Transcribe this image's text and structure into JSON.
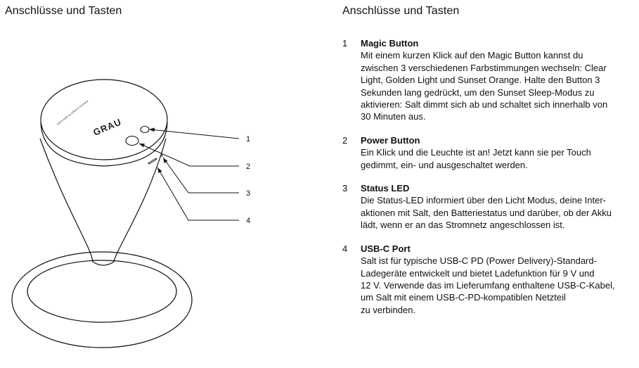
{
  "left_title": "Anschlüsse und Tasten",
  "right_title": "Anschlüsse und Tasten",
  "illustration": {
    "logo": "GRAU",
    "ring_text": "Salt is made by GRAU in Germany",
    "callouts": [
      "1",
      "2",
      "3",
      "4"
    ]
  },
  "features": [
    {
      "num": "1",
      "title": "Magic Button",
      "desc": "Mit einem kurzen Klick auf den Magic Button kannst du\nzwischen 3 verschiedenen Farbstimmungen wechseln: Clear\nLight, Golden Light und Sunset Orange. Halte den Button 3\nSekunden lang gedrückt, um den Sunset Sleep-Modus zu\naktivieren: Salt dimmt sich ab und schaltet sich innerhalb von\n30 Minuten aus."
    },
    {
      "num": "2",
      "title": "Power Button",
      "desc": "Ein Klick und die Leuchte ist an! Jetzt kann sie per Touch\ngedimmt, ein- und ausgeschaltet werden."
    },
    {
      "num": "3",
      "title": "Status LED",
      "desc": "Die Status-LED informiert über den Licht Modus, deine Inter-\naktionen mit Salt, den Batteriestatus und darüber, ob der Akku\nlädt, wenn er an das Stromnetz angeschlossen ist."
    },
    {
      "num": "4",
      "title": "USB-C Port",
      "desc": "Salt ist für typische USB-C PD (Power Delivery)-Standard-\nLadegeräte entwickelt und bietet Ladefunktion für 9 V und\n12 V. Verwende das im Lieferumfang enthaltene USB-C-Kabel,\num Salt mit einem USB-C-PD-kompatiblen Netzteil\nzu verbinden."
    }
  ]
}
